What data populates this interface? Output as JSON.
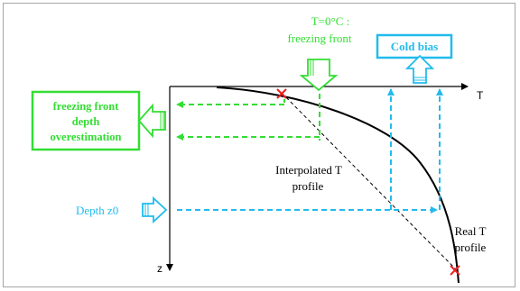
{
  "labels": {
    "freezing_front_line1": "T=0°C :",
    "freezing_front_line2": "freezing front",
    "cold_bias": "Cold bias",
    "overestimation_line1": "freezing front",
    "overestimation_line2": "depth",
    "overestimation_line3": "overestimation",
    "interpolated_line1": "Interpolated T",
    "interpolated_line2": "profile",
    "depth_z0": "Depth z0",
    "real_line1": "Real T",
    "real_line2": "profile",
    "axis_t": "T",
    "axis_z": "z"
  },
  "colors": {
    "green": "#33dd33",
    "cyan": "#22bbee",
    "red": "#ee2222",
    "black": "#000000"
  }
}
